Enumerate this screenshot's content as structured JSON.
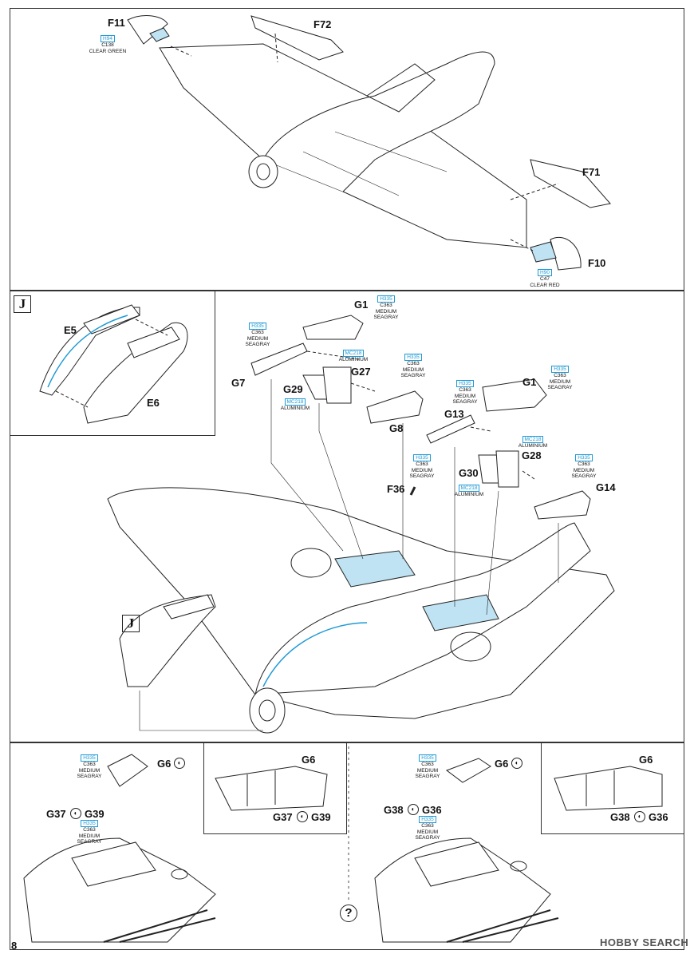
{
  "page_number": "8",
  "help_mark": "?",
  "watermark": "HOBBY SEARCH",
  "box_letters": {
    "j_detail": "J",
    "j_ref": "J"
  },
  "labels": {
    "F11": "F11",
    "F72": "F72",
    "F71": "F71",
    "F10": "F10",
    "E5": "E5",
    "E6": "E6",
    "G1a": "G1",
    "G1b": "G1",
    "G7": "G7",
    "G8": "G8",
    "G27": "G27",
    "G29": "G29",
    "G13": "G13",
    "G28": "G28",
    "G30": "G30",
    "G14": "G14",
    "F36": "F36",
    "G6_1": "G6",
    "G6_2": "G6",
    "G6_3": "G6",
    "G6_4": "G6",
    "G37_1": "G37",
    "G39_1": "G39",
    "G37_2": "G37",
    "G39_2": "G39",
    "G38_1": "G38",
    "G36_1": "G36",
    "G38_2": "G38",
    "G36_2": "G36"
  },
  "color_notes": [
    {
      "id": "f11",
      "code": "H94",
      "c": "C138",
      "name1": "CLEAR GREEN",
      "name2": ""
    },
    {
      "id": "f10",
      "code": "H90",
      "c": "C47",
      "name1": "CLEAR RED",
      "name2": ""
    },
    {
      "id": "g1a",
      "code": "H335",
      "c": "C363",
      "name1": "MEDIUM",
      "name2": "SEAGRAY"
    },
    {
      "id": "g7",
      "code": "H335",
      "c": "C363",
      "name1": "MEDIUM",
      "name2": "SEAGRAY"
    },
    {
      "id": "g27",
      "code": "MC218",
      "c": "ALUMINIUM",
      "name1": "",
      "name2": ""
    },
    {
      "id": "g8",
      "code": "H335",
      "c": "C363",
      "name1": "MEDIUM",
      "name2": "SEAGRAY"
    },
    {
      "id": "g29",
      "code": "MC218",
      "c": "ALUMINIUM",
      "name1": "",
      "name2": ""
    },
    {
      "id": "g13",
      "code": "H335",
      "c": "C363",
      "name1": "MEDIUM",
      "name2": "SEAGRAY"
    },
    {
      "id": "g1b",
      "code": "H335",
      "c": "C363",
      "name1": "MEDIUM",
      "name2": "SEAGRAY"
    },
    {
      "id": "g28",
      "code": "MC218",
      "c": "ALUMINIUM",
      "name1": "",
      "name2": ""
    },
    {
      "id": "f36",
      "code": "H335",
      "c": "C363",
      "name1": "MEDIUM",
      "name2": "SEAGRAY"
    },
    {
      "id": "g14",
      "code": "H335",
      "c": "C363",
      "name1": "MEDIUM",
      "name2": "SEAGRAY"
    },
    {
      "id": "g30",
      "code": "MC218",
      "c": "ALUMINIUM",
      "name1": "",
      "name2": ""
    },
    {
      "id": "g6a",
      "code": "H335",
      "c": "C363",
      "name1": "MEDIUM",
      "name2": "SEAGRAY"
    },
    {
      "id": "g37a",
      "code": "H335",
      "c": "C363",
      "name1": "MEDIUM",
      "name2": "SEAGRAY"
    },
    {
      "id": "g6b",
      "code": "H335",
      "c": "C363",
      "name1": "MEDIUM",
      "name2": "SEAGRAY"
    },
    {
      "id": "g38a",
      "code": "H335",
      "c": "C363",
      "name1": "MEDIUM",
      "name2": "SEAGRAY"
    }
  ],
  "colors": {
    "accent_blue": "#1f9ad6",
    "line": "#222222",
    "transparent_part": "#bfe3f3"
  }
}
